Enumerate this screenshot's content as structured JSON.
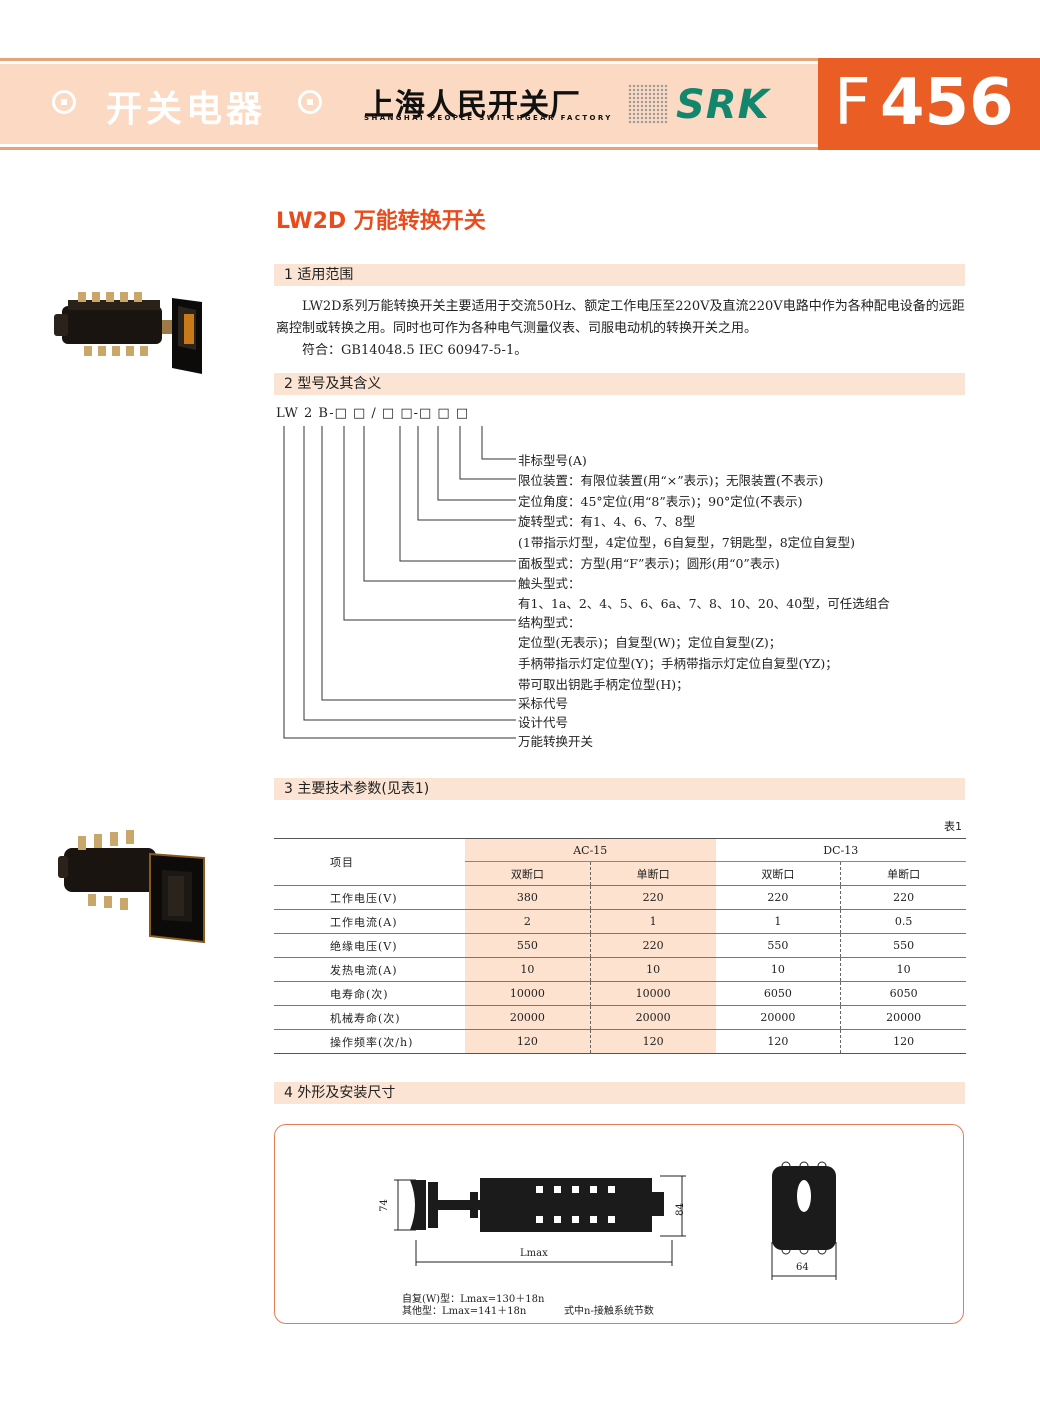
{
  "header": {
    "tag_text": "开关电器",
    "company_cn": "上海人民开关厂",
    "company_en": "SHANGHAI PEOPLE SWITCHGEAR FACTORY",
    "brand": "SRK",
    "code_prefix": "F",
    "code_number": "456"
  },
  "title": "LW2D 万能转换开关",
  "sections": {
    "s1": "1  适用范围",
    "s2": "2  型号及其含义",
    "s3": "3  主要技术参数(见表1)",
    "s4": "4  外形及安装尺寸"
  },
  "scope": {
    "p1": "LW2D系列万能转换开关主要适用于交流50Hz、额定工作电压至220V及直流220V电路中作为各种配电设备的远距离控制或转换之用。同时也可作为各种电气测量仪表、司服电动机的转换开关之用。",
    "p2": "符合：GB14048.5  IEC 60947-5-1。"
  },
  "model": {
    "code": "LW 2 B-□ □ / □ □-□ □ □",
    "lines": [
      "非标型号(A)",
      "限位装置：有限位装置(用“×”表示)；无限装置(不表示)",
      "定位角度：45°定位(用“8”表示)；90°定位(不表示)",
      "旋转型式：有1、4、6、7、8型",
      "(1带指示灯型，4定位型，6自复型，7钥匙型，8定位自复型)",
      "面板型式：方型(用“F”表示)；圆形(用“0”表示)",
      "触头型式：",
      "有1、1a、2、4、5、6、6a、7、8、10、20、40型，可任选组合",
      "结构型式：",
      "定位型(无表示)；自复型(W)；定位自复型(Z)；",
      "手柄带指示灯定位型(Y)；手柄带指示灯定位自复型(YZ)；",
      "带可取出钥匙手柄定位型(H)；",
      "采标代号",
      "设计代号",
      "万能转换开关"
    ]
  },
  "table": {
    "label": "表1",
    "item_header": "项目",
    "groups": [
      "AC-15",
      "DC-13"
    ],
    "subheaders": [
      "双断口",
      "单断口",
      "双断口",
      "单断口"
    ],
    "rows": [
      {
        "label": "工作电压(V)",
        "values": [
          "380",
          "220",
          "220",
          "220"
        ]
      },
      {
        "label": "工作电流(A)",
        "values": [
          "2",
          "1",
          "1",
          "0.5"
        ]
      },
      {
        "label": "绝缘电压(V)",
        "values": [
          "550",
          "220",
          "550",
          "550"
        ]
      },
      {
        "label": "发热电流(A)",
        "values": [
          "10",
          "10",
          "10",
          "10"
        ]
      },
      {
        "label": "电寿命(次)",
        "values": [
          "10000",
          "10000",
          "6050",
          "6050"
        ]
      },
      {
        "label": "机械寿命(次)",
        "values": [
          "20000",
          "20000",
          "20000",
          "20000"
        ]
      },
      {
        "label": "操作频率(次/h)",
        "values": [
          "120",
          "120",
          "120",
          "120"
        ]
      }
    ]
  },
  "drawing": {
    "dim_74": "74",
    "dim_84": "84",
    "dim_lmax": "Lmax",
    "dim_64": "64",
    "note1": "自复(W)型：Lmax=130＋18n",
    "note2": "其他型：Lmax=141＋18n",
    "note3": "式中n-接触系统节数"
  }
}
